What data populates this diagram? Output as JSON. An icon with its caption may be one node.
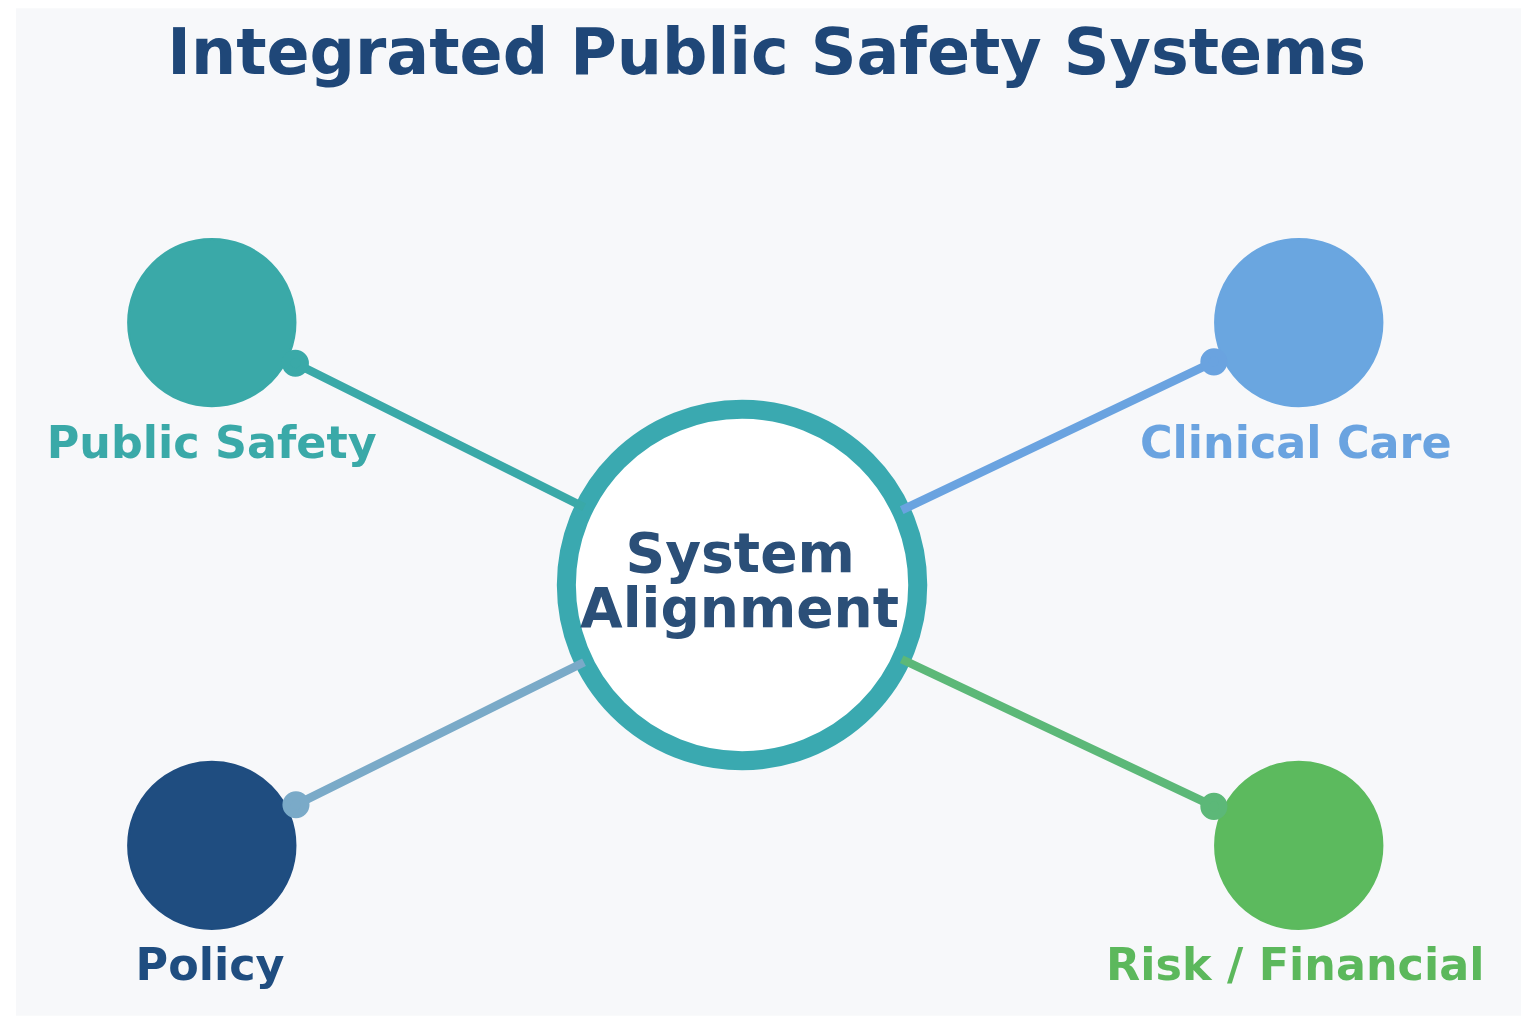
{
  "diagram": {
    "title": "Integrated Public Safety Systems",
    "nodes": [
      {
        "text": [
          "System Alignment"
        ]
      },
      {
        "text": [
          "Public Safety"
        ]
      },
      {
        "text": [
          "Clinical Care"
        ]
      },
      {
        "text": [
          "Policy"
        ]
      },
      {
        "text": [
          "Risk / Financial"
        ]
      }
    ],
    "edges": [
      {
        "from": 0,
        "to": 1,
        "arrow": "other",
        "color": "#3aa9a8"
      },
      {
        "from": 0,
        "to": 2,
        "arrow": "other",
        "color": "#6aa3e0"
      },
      {
        "from": 0,
        "to": 3,
        "arrow": "other",
        "color": "#7aaac8"
      },
      {
        "from": 0,
        "to": 4,
        "arrow": "other",
        "color": "#5cb878"
      }
    ]
  }
}
